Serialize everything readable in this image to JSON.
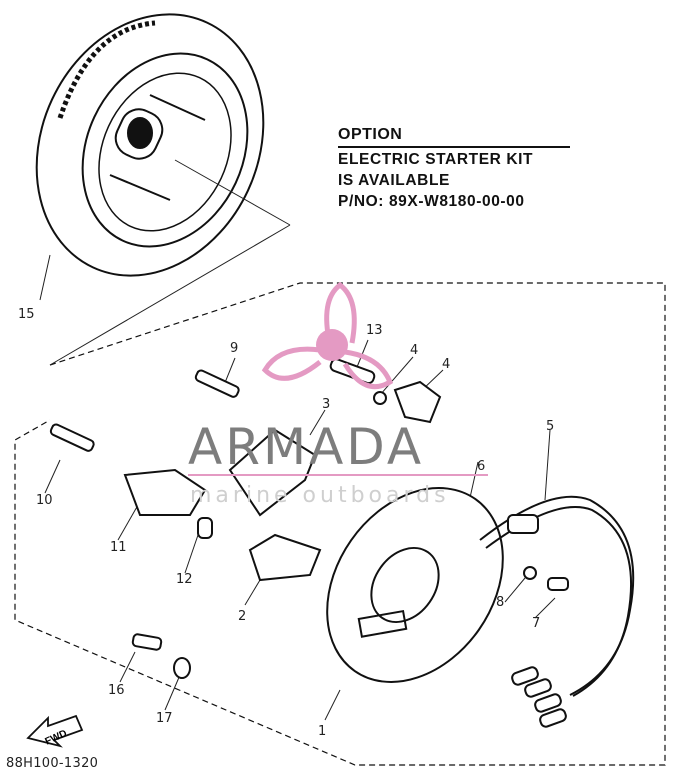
{
  "option_box": {
    "title": "OPTION",
    "lines": [
      "ELECTRIC STARTER KIT",
      "IS AVAILABLE",
      "P/NO: 89X-W8180-00-00"
    ]
  },
  "watermark": {
    "brand": "ARMADA",
    "tagline": "marine outboards",
    "colors": {
      "logo": "#e49ac3",
      "brand_text": "#7d7d7d"
    }
  },
  "drawing_code": "88H100-1320",
  "fwd_label": "FWD",
  "callouts": {
    "c1": "1",
    "c2": "2",
    "c3": "3",
    "c4a": "4",
    "c4b": "4",
    "c5": "5",
    "c6": "6",
    "c7": "7",
    "c8": "8",
    "c9": "9",
    "c10": "10",
    "c11": "11",
    "c12": "12",
    "c13": "13",
    "c15": "15",
    "c16": "16",
    "c17": "17"
  }
}
